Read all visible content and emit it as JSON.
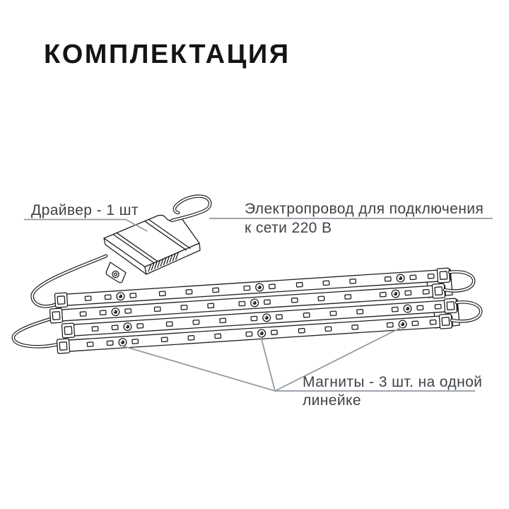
{
  "title": "КОМПЛЕКТАЦИЯ",
  "labels": {
    "driver": {
      "text": "Драйвер - 1 шт"
    },
    "power_cord": {
      "line1": "Электропровод для подключения",
      "line2": "к сети 220 В"
    },
    "magnets": {
      "line1": "Магниты - 3 шт. на одной",
      "line2": "линейке"
    }
  },
  "colors": {
    "title_text": "#141414",
    "label_text": "#3f4245",
    "callout_line": "#939aa3",
    "line_art": "#1f1f1f",
    "background": "#ffffff"
  }
}
